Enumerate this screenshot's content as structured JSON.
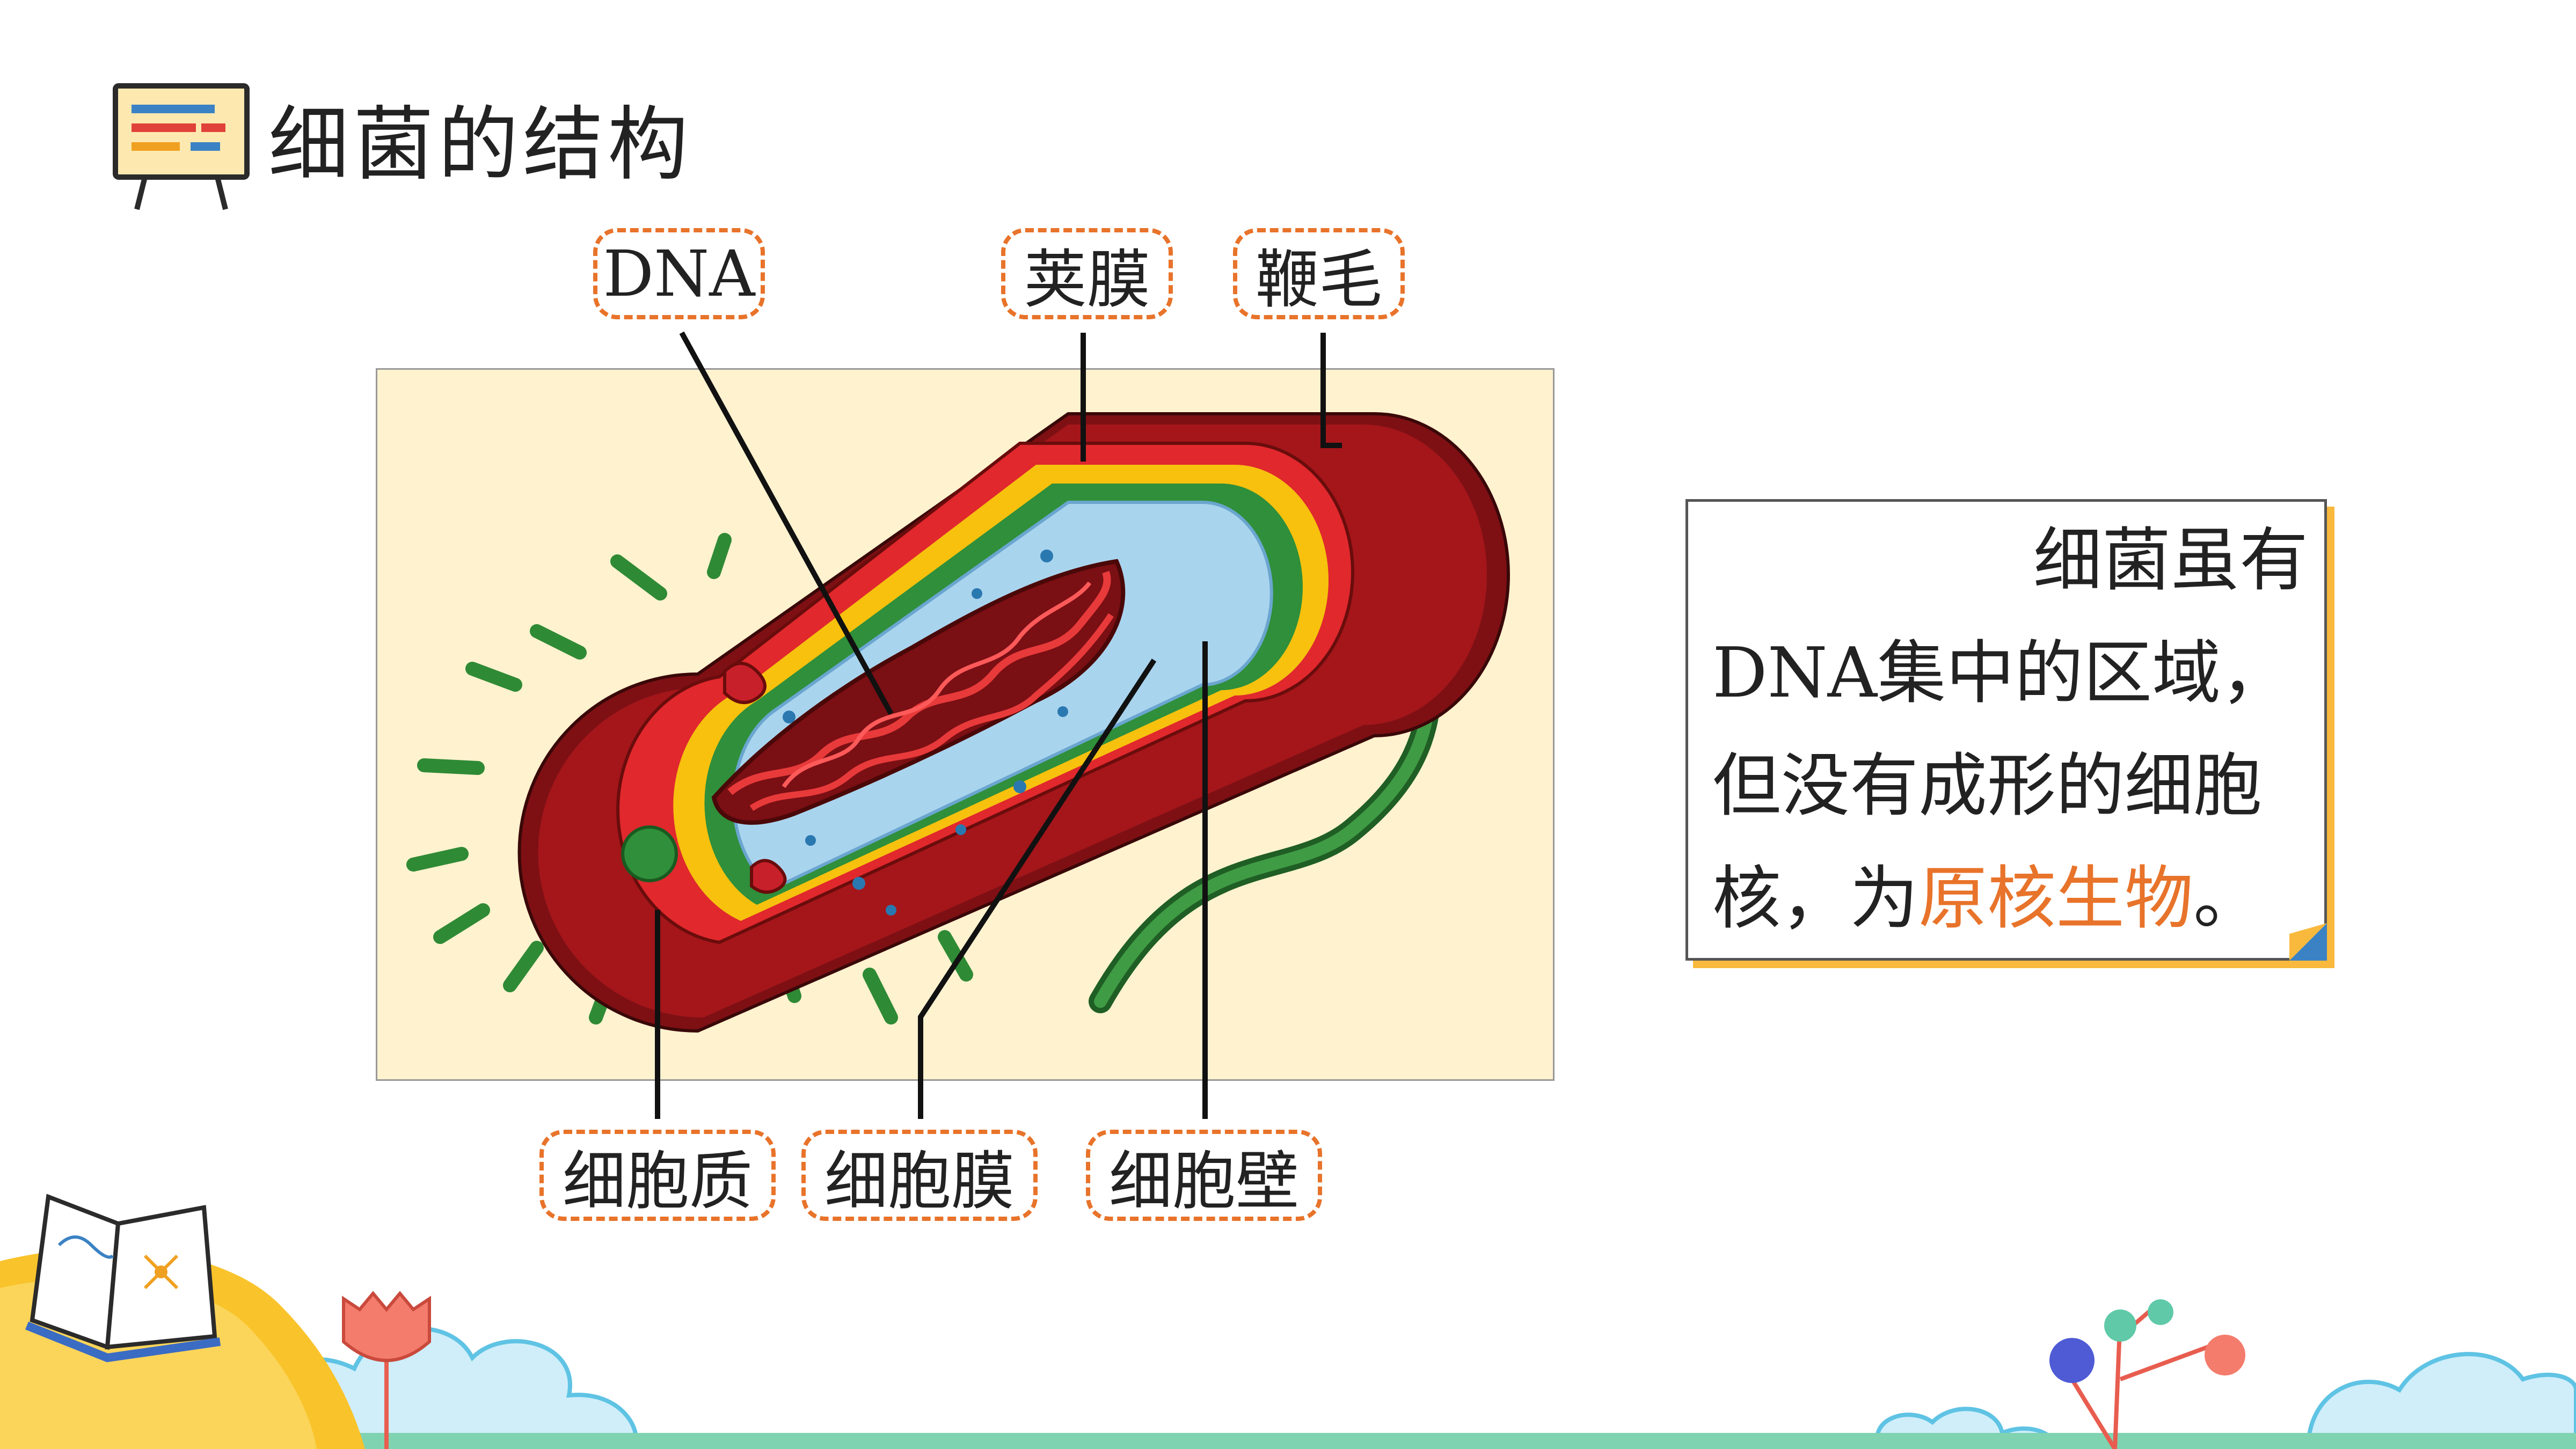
{
  "title": "细菌的结构",
  "labels": {
    "dna": "DNA",
    "capsule": "荚膜",
    "flagellum": "鞭毛",
    "cytoplasm": "细胞质",
    "cell_membrane": "细胞膜",
    "cell_wall": "细胞壁"
  },
  "note": {
    "line1": "细菌虽有",
    "line2": "DNA集中的区域，",
    "line3": "但没有成形的细胞",
    "line4_prefix": "核，为",
    "line4_highlight": "原核生物",
    "line4_suffix": "。"
  },
  "colors": {
    "label_border": "#e8732a",
    "highlight": "#e8732a",
    "panel_bg": "#fff2cf",
    "capsule": "#a4161a",
    "cell_wall": "#f7c10e",
    "membrane": "#2f8f3a",
    "cytoplasm": "#a9d4ee",
    "dna": "#b01c20",
    "flagellum": "#2e7d32"
  },
  "icons": {
    "title_icon": "presentation-board-icon",
    "footer": "open-book-icon"
  }
}
